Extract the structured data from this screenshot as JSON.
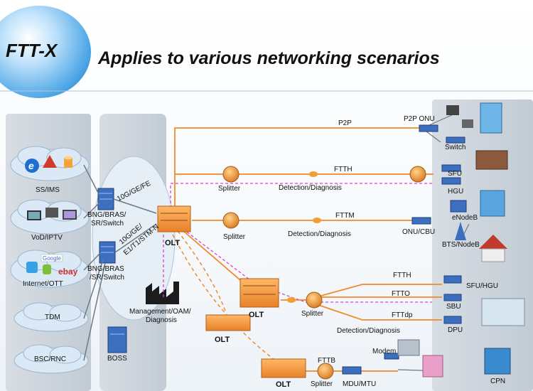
{
  "badge": "FTT-X",
  "title": "Applies to various networking scenarios",
  "services": [
    "SS/IMS",
    "VoD/IPTV",
    "Internet/OTT",
    "TDM",
    "BSC/RNC"
  ],
  "core": {
    "bng_top": [
      "BNG/BRAS/",
      "SR/Switch"
    ],
    "bng_bottom": [
      "BNG/BRAS",
      "/SR/Switch"
    ],
    "link_top": "10G/GE/FE",
    "link_bottom": [
      "10G/GE/",
      "E1/T1/STM-N"
    ],
    "management": [
      "Management/OAM/",
      "Diagnosis"
    ],
    "boss": "BOSS"
  },
  "olt": "OLT",
  "splitter": "Splitter",
  "detection": "Detection/Diagnosis",
  "links": {
    "p2p": "P2P",
    "ftth": "FTTH",
    "fttm": "FTTM",
    "ftto": "FTTO",
    "fttdp": "FTTdp",
    "fttb": "FTTB"
  },
  "devices": {
    "p2p_onu": "P2P ONU",
    "switch": "Switch",
    "sfu": "SFU",
    "hgu": "HGU",
    "enodeb": "eNodeB",
    "onu_cbu": "ONU/CBU",
    "bts_nodeb": "BTS/NodeB",
    "sfu_hgu": "SFU/HGU",
    "sbu": "SBU",
    "dpu": "DPU",
    "modem": "Modem",
    "mdu_mtu": "MDU/MTU",
    "cpn": "CPN"
  },
  "icon_text": {
    "google": "Google",
    "ebay": "ebay"
  },
  "colors": {
    "fiber": "#f08a2a",
    "olt": "#f59a3c",
    "management_path": "#e040d0",
    "cloud": "#dbe9f6",
    "panel": "#c9d2db",
    "device": "#3c6fbf"
  }
}
